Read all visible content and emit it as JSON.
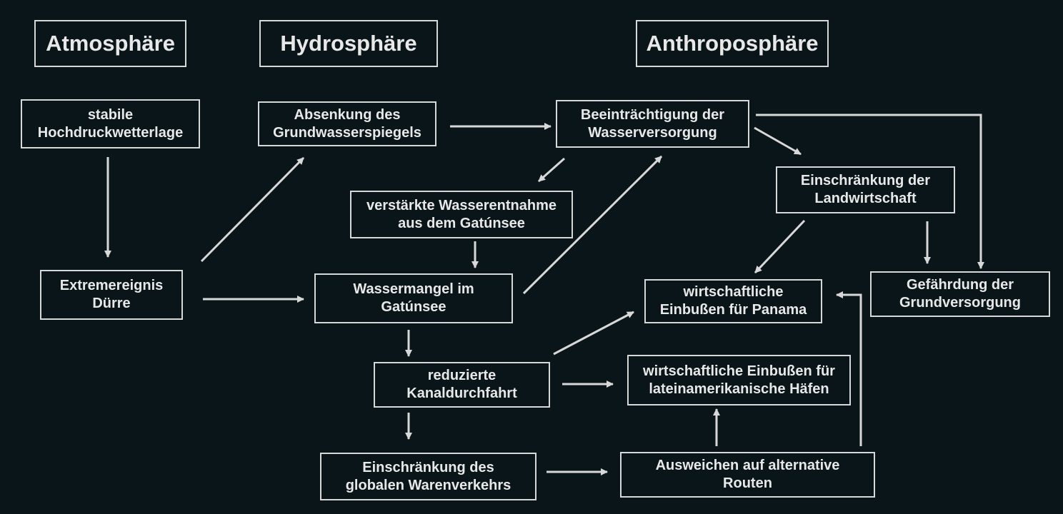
{
  "headers": {
    "atmosphaere": "Atmosphäre",
    "hydrosphaere": "Hydrosphäre",
    "anthroposphaere": "Anthroposphäre"
  },
  "nodes": {
    "stabile_hochdruckwetterlage": "stabile\nHochdruckwetterlage",
    "extremereignis_duerre": "Extremereignis\nDürre",
    "absenkung_grundwasserspiegel": "Absenkung des\nGrundwasserspiegels",
    "verstaerkte_wasserentnahme": "verstärkte Wasserentnahme\naus dem Gatúnsee",
    "wassermangel_gatunsee": "Wassermangel im\nGatúnsee",
    "reduzierte_kanaldurchfahrt": "reduzierte\nKanaldurchfahrt",
    "einschraenkung_warenverkehr": "Einschränkung des\nglobalen Warenverkehrs",
    "beeintraechtigung_wasserversorgung": "Beeinträchtigung der\nWasserversorgung",
    "einschraenkung_landwirtschaft": "Einschränkung der\nLandwirtschaft",
    "gefaehrdung_grundversorgung": "Gefährdung der\nGrundversorgung",
    "einbussen_panama": "wirtschaftliche\nEinbußen für Panama",
    "einbussen_haefen": "wirtschaftliche Einbußen für\nlateinamerikanische Häfen",
    "ausweichen_routen": "Ausweichen auf alternative\nRouten"
  },
  "colors": {
    "background": "#0a1519",
    "line": "#d8d8d8",
    "text": "#e8e8e8"
  }
}
